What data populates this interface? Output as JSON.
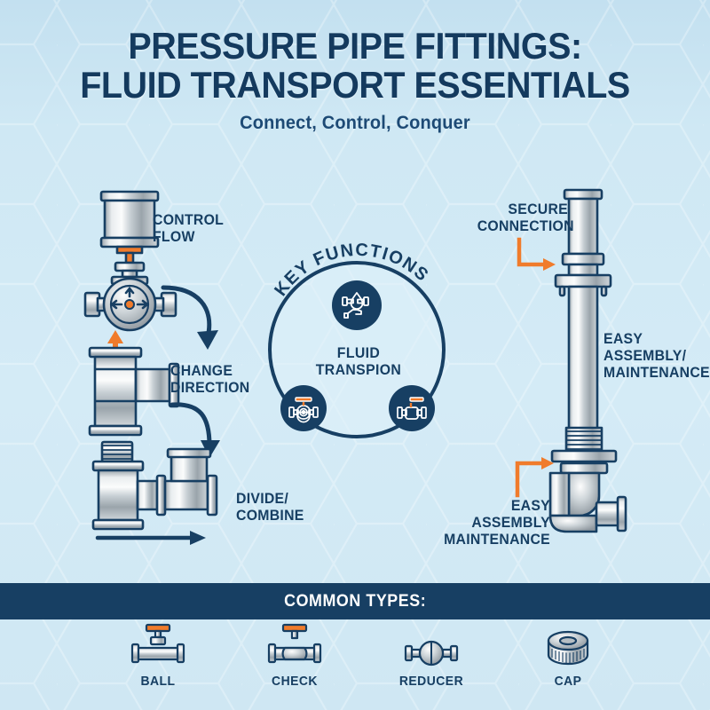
{
  "header": {
    "title_line1": "PRESSURE PIPE FITTINGS:",
    "title_line2": "FLUID TRANSPORT ESSENTIALS",
    "subtitle": "Connect, Control, Conquer"
  },
  "colors": {
    "navy": "#173f63",
    "orange": "#f07b2b",
    "bg_light": "#d4ebf6",
    "bg_top": "#c3e0f0",
    "metal_light": "#f2f4f5",
    "metal_mid": "#b9c0c4",
    "metal_dark": "#8c969c"
  },
  "center": {
    "arc_label": "KEY FUNCTIONS",
    "caption": "FLUID\nTRANSPION",
    "icons": [
      {
        "name": "pipe-droplet-hand-icon",
        "position": "top"
      },
      {
        "name": "globe-valve-icon",
        "position": "left"
      },
      {
        "name": "ball-valve-icon",
        "position": "right"
      }
    ]
  },
  "callouts": [
    {
      "id": "control-flow",
      "text": "CONTROL\nFLOW",
      "side": "left"
    },
    {
      "id": "change-direction",
      "text": "CHANGE\nDIRECTION",
      "side": "left"
    },
    {
      "id": "divide-combine",
      "text": "DIVIDE/\nCOMBINE",
      "side": "left"
    },
    {
      "id": "secure-connection",
      "text": "SECURE\nCONNECTION",
      "side": "right"
    },
    {
      "id": "easy-assembly-maintenance-right",
      "text": "EASY\nASSEMBLY/\nMAINTENANCE",
      "side": "right"
    },
    {
      "id": "easy-assembly-maintenance-bottom",
      "text": "EASY ASSEMBLY\nMAINTENANCE",
      "side": "right"
    }
  ],
  "footer": {
    "heading": "COMMON TYPES:",
    "types": [
      {
        "label": "BALL",
        "icon": "ball-valve-icon"
      },
      {
        "label": "CHECK",
        "icon": "check-valve-icon"
      },
      {
        "label": "REDUCER",
        "icon": "reducer-fitting-icon"
      },
      {
        "label": "CAP",
        "icon": "cap-fitting-icon"
      }
    ]
  }
}
